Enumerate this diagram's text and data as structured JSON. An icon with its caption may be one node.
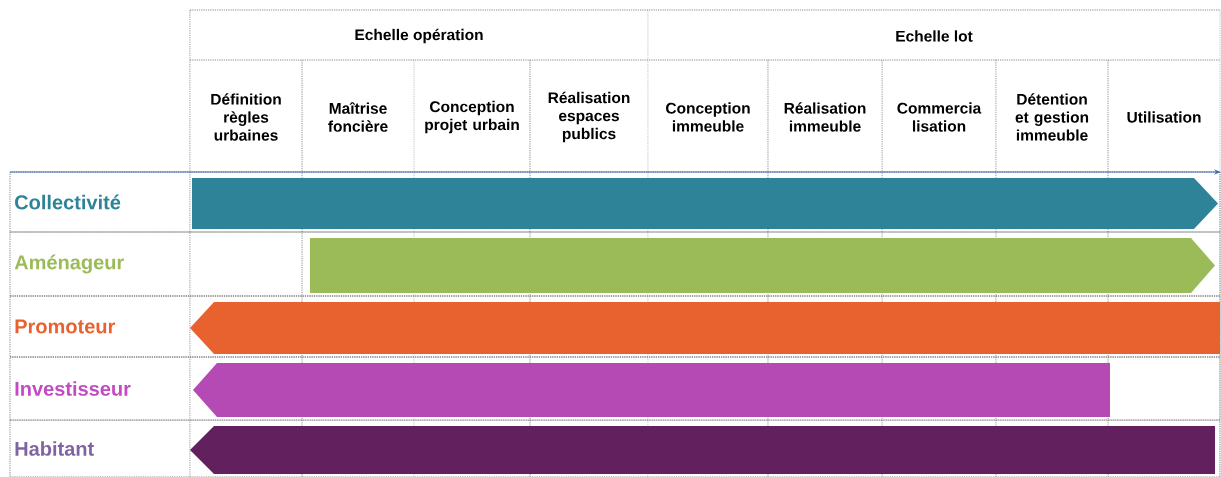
{
  "diagram": {
    "nodes": [
      {
        "text": [
          "Collectivité"
        ]
      },
      {
        "text": [
          "Aménageur"
        ]
      },
      {
        "text": [
          "Promoteur"
        ]
      },
      {
        "text": [
          "Investisseur"
        ]
      },
      {
        "text": [
          "Habitant"
        ]
      }
    ],
    "labels": [
      "Echelle opération",
      "Echelle lot",
      "Définition règles urbaines",
      "Maîtrise foncière",
      "Conception projet urbain",
      "Réalisation espaces publics",
      "Conception immeuble",
      "Réalisation immeuble",
      "Commercia lisation",
      "Détention et gestion immeuble",
      "Utilisation"
    ]
  }
}
